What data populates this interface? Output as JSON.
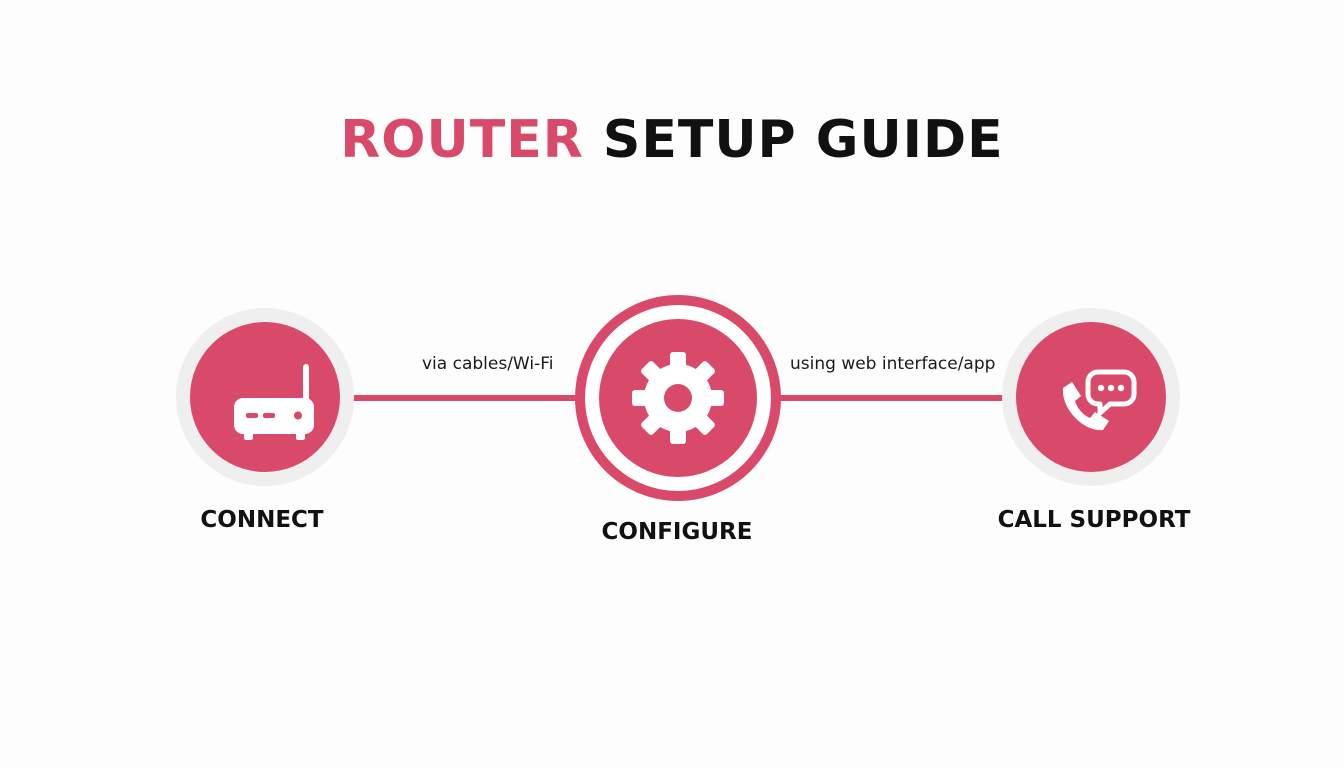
{
  "title": {
    "accent_text": "ROUTER",
    "rest_text": " SETUP GUIDE"
  },
  "steps": [
    {
      "label": "CONNECT",
      "icon": "router-icon"
    },
    {
      "label": "CONFIGURE",
      "icon": "gear-icon"
    },
    {
      "label": "CALL SUPPORT",
      "icon": "phone-chat-icon"
    }
  ],
  "connectors": [
    {
      "label": "via cables/Wi-Fi"
    },
    {
      "label": "using web interface/app"
    }
  ],
  "colors": {
    "accent": "#d94a6a",
    "text": "#111111",
    "halo": "#efefef"
  }
}
